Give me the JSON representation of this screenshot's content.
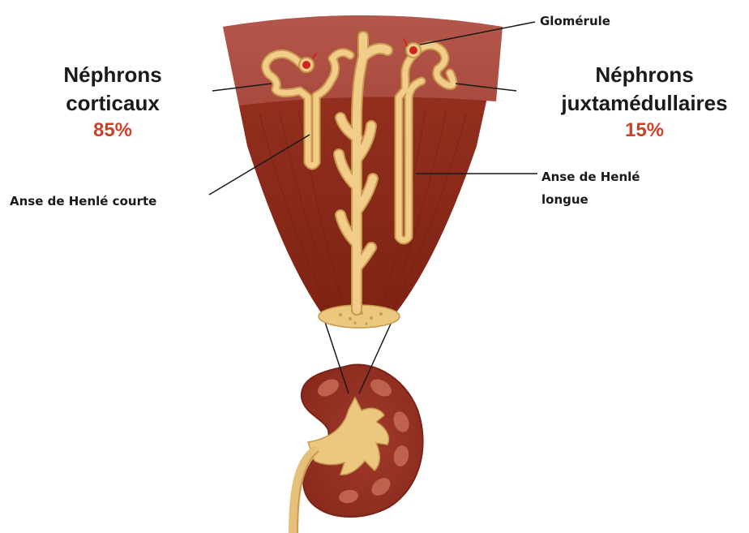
{
  "labels": {
    "cortical_title_line1": "Néphrons",
    "cortical_title_line2": "corticaux",
    "cortical_percent": "85%",
    "juxta_title_line1": "Néphrons",
    "juxta_title_line2": "juxtamédullaires",
    "juxta_percent": "15%",
    "glomerule": "Glomérule",
    "short_loop": "Anse de Henlé courte",
    "long_loop_line1": "Anse de Henlé",
    "long_loop_line2": "longue"
  },
  "colors": {
    "text": "#1a1a1a",
    "percent": "#c8432b",
    "cortex": "#a8453a",
    "medulla": "#8e2a1c",
    "tubule": "#f2cd8a",
    "glomerulus": "#d2231f"
  }
}
